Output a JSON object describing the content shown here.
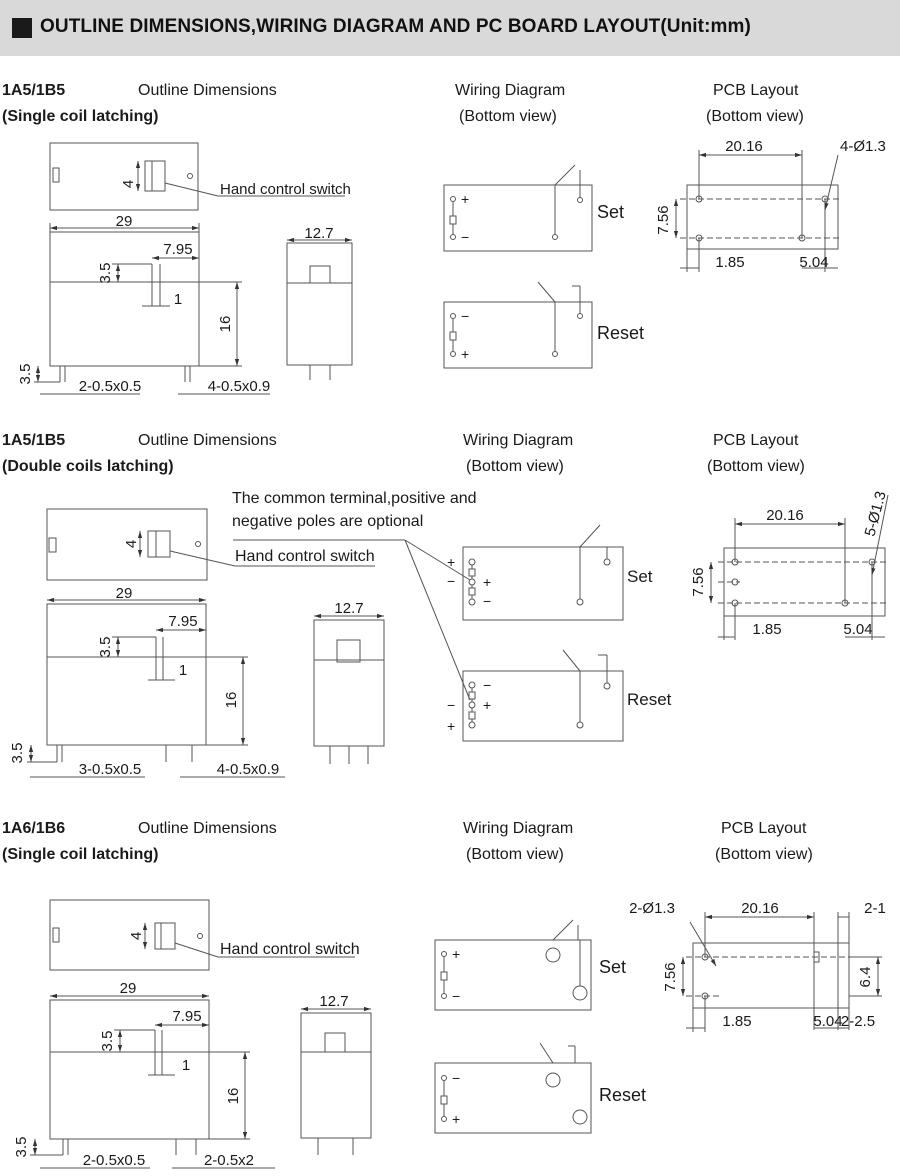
{
  "header": {
    "title": "OUTLINE DIMENSIONS,WIRING DIAGRAM AND PC BOARD LAYOUT(Unit:mm)"
  },
  "common": {
    "outline": "Outline Dimensions",
    "wiring": "Wiring Diagram",
    "pcb": "PCB Layout",
    "bottom_view": "(Bottom view)",
    "set": "Set",
    "reset": "Reset",
    "hand_switch": "Hand control switch",
    "plus": "+",
    "minus": "−"
  },
  "sections": [
    {
      "model": "1A5/1B5",
      "subtitle": "(Single coil latching)",
      "dims": {
        "switch_h": "4",
        "length": "29",
        "d1": "7.95",
        "d2": "3.5",
        "d3": "1",
        "height": "16",
        "pin_len": "3.5",
        "pins_a": "2-0.5x0.5",
        "pins_b": "4-0.5x0.9",
        "width": "12.7"
      },
      "pcb": {
        "holes": "4-Ø1.3",
        "span": "20.16",
        "row": "7.56",
        "off1": "1.85",
        "off2": "5.04"
      }
    },
    {
      "model": "1A5/1B5",
      "subtitle": "(Double coils latching)",
      "note_line1": "The common terminal,positive and",
      "note_line2": "negative poles are optional",
      "dims": {
        "switch_h": "4",
        "length": "29",
        "d1": "7.95",
        "d2": "3.5",
        "d3": "1",
        "height": "16",
        "pin_len": "3.5",
        "pins_a": "3-0.5x0.5",
        "pins_b": "4-0.5x0.9",
        "width": "12.7"
      },
      "pcb": {
        "holes": "5-Ø1.3",
        "span": "20.16",
        "row": "7.56",
        "off1": "1.85",
        "off2": "5.04"
      }
    },
    {
      "model": "1A6/1B6",
      "subtitle": "(Single coil latching)",
      "dims": {
        "switch_h": "4",
        "length": "29",
        "d1": "7.95",
        "d2": "3.5",
        "d3": "1",
        "height": "16",
        "pin_len": "3.5",
        "pins_a": "2-0.5x0.5",
        "pins_b": "2-0.5x2",
        "width": "12.7"
      },
      "pcb": {
        "holes": "2-Ø1.3",
        "span": "20.16",
        "row": "7.56",
        "off1": "1.85",
        "off2": "5.04",
        "right_a": "2-1",
        "right_b": "6.4",
        "right_c": "2-2.5"
      }
    }
  ]
}
